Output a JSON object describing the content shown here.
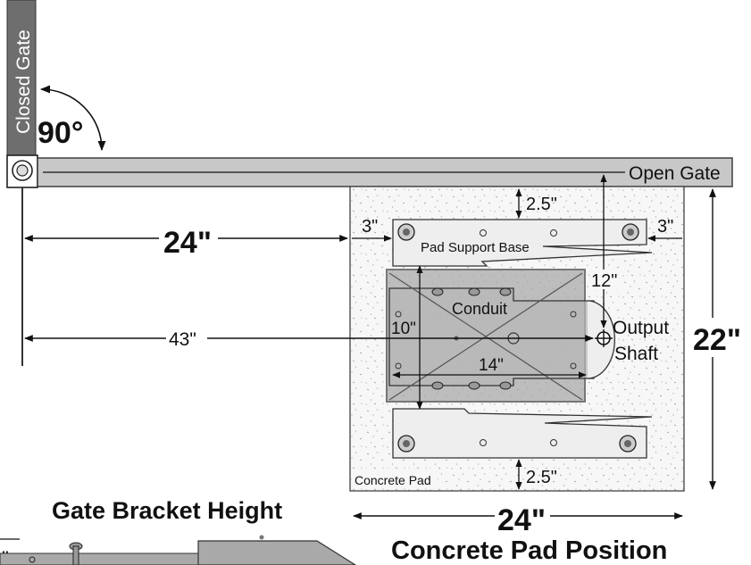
{
  "labels": {
    "closed_gate": "Closed Gate",
    "open_gate": "Open Gate",
    "angle": "90°",
    "pad_support_base": "Pad Support Base",
    "conduit": "Conduit",
    "output_shaft_line1": "Output",
    "output_shaft_line2": "Shaft",
    "concrete_pad": "Concrete Pad",
    "gate_bracket_height": "Gate Bracket Height",
    "concrete_pad_position": "Concrete Pad Position",
    "bottom_left_fragment": "\""
  },
  "dimensions": {
    "gate_to_pad": "24\"",
    "gate_to_shaft": "43\"",
    "pad_width": "24\"",
    "pad_depth": "22\"",
    "top_margin": "2.5\"",
    "bottom_margin": "2.5\"",
    "left_margin": "3\"",
    "right_margin": "3\"",
    "shaft_offset": "12\"",
    "base_height": "10\"",
    "base_width": "14\""
  },
  "colors": {
    "gate_post": "#6e6e6e",
    "gate_rail": "#c8c8c8",
    "concrete": "#f7f7f7",
    "support_plate": "#eeeeee",
    "motor_box": "#a9a9a9",
    "motor_box_overlay": "#b8b8b8",
    "line": "#111111"
  }
}
